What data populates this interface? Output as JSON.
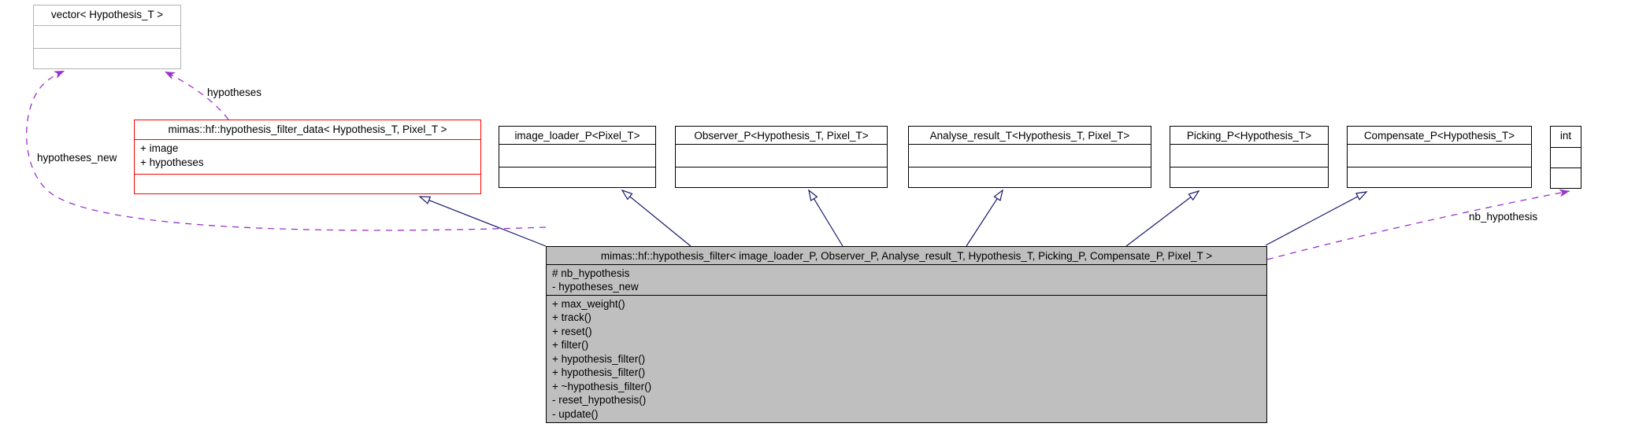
{
  "diagram": {
    "kind": "uml-collaboration-diagram",
    "classes": {
      "vector": {
        "title": "vector< Hypothesis_T >"
      },
      "filter_data": {
        "title": "mimas::hf::hypothesis_filter_data< Hypothesis_T, Pixel_T >",
        "attrs": [
          "+ image",
          "+ hypotheses"
        ]
      },
      "image_loader": {
        "title": "image_loader_P<Pixel_T>"
      },
      "observer": {
        "title": "Observer_P<Hypothesis_T, Pixel_T>"
      },
      "analyse_result": {
        "title": "Analyse_result_T<Hypothesis_T, Pixel_T>"
      },
      "picking": {
        "title": "Picking_P<Hypothesis_T>"
      },
      "compensate": {
        "title": "Compensate_P<Hypothesis_T>"
      },
      "int_type": {
        "title": "int"
      },
      "filter": {
        "title": "mimas::hf::hypothesis_filter< image_loader_P, Observer_P, Analyse_result_T, Hypothesis_T, Picking_P, Compensate_P, Pixel_T >",
        "attrs": [
          "# nb_hypothesis",
          "- hypotheses_new"
        ],
        "methods": [
          "+ max_weight()",
          "+ track()",
          "+ reset()",
          "+ filter()",
          "+ hypothesis_filter()",
          "+ hypothesis_filter()",
          "+ ~hypothesis_filter()",
          "- reset_hypothesis()",
          "- update()"
        ]
      }
    },
    "edge_labels": {
      "hypotheses": "hypotheses",
      "hypotheses_new": "hypotheses_new",
      "nb_hypothesis": "nb_hypothesis"
    },
    "colors": {
      "inheritance_edge": "#191970",
      "usage_edge": "#9a32cd",
      "highlight_border": "#ff0000",
      "current_node_fill": "#bfbfbf",
      "muted_border": "#b2b2b2"
    }
  }
}
